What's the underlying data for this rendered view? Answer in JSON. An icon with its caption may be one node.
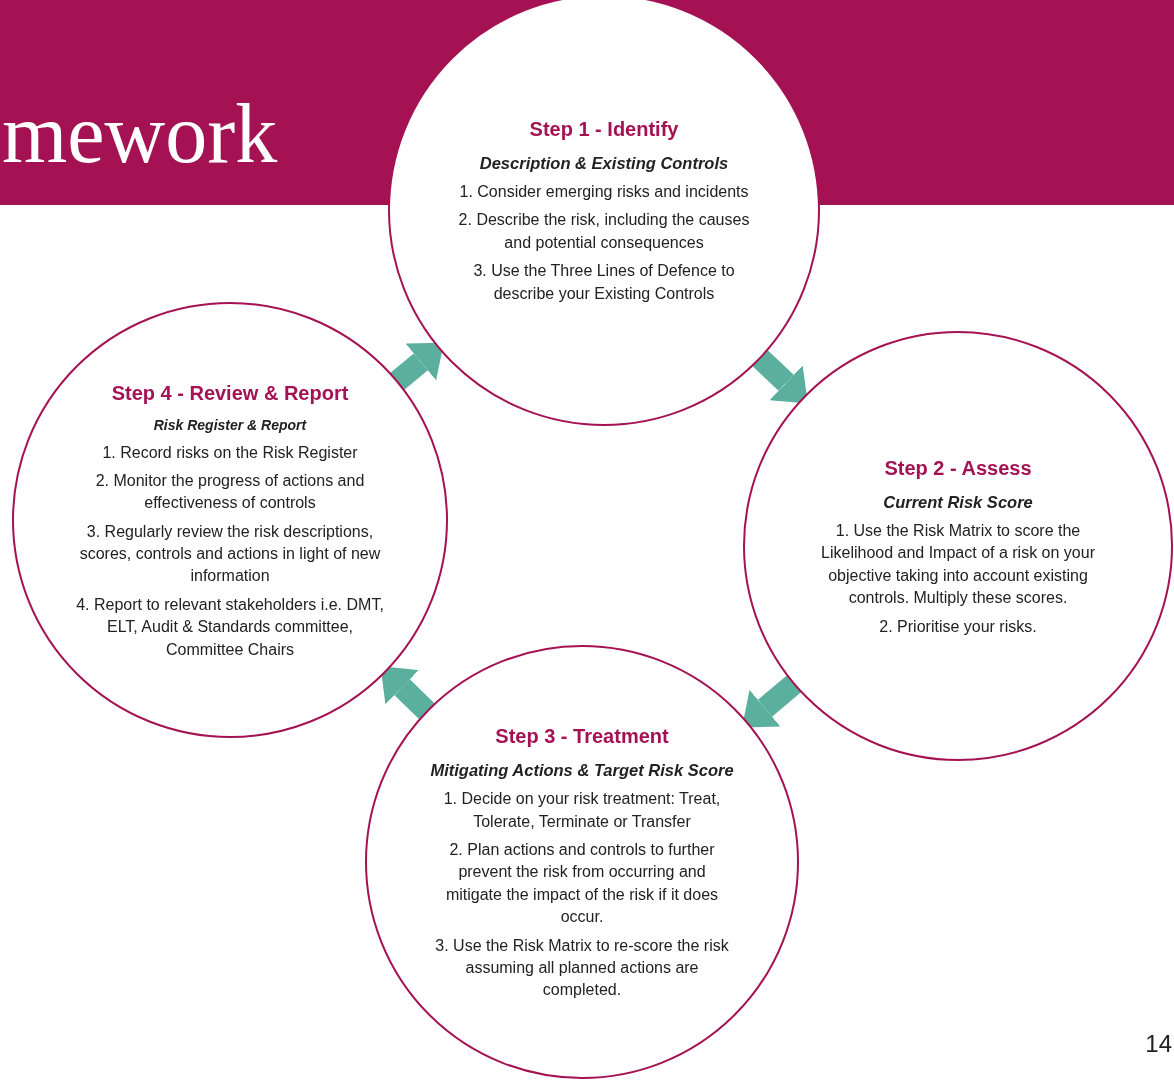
{
  "diagram": {
    "title": "mework",
    "nodes": [
      {
        "text": [
          "Step 1 - Identify",
          "Description & Existing Controls",
          "1. Consider emerging risks and incidents",
          "2. Describe the risk, including the causes and potential consequences",
          "3. Use the Three Lines of Defence to describe your Existing Controls"
        ]
      },
      {
        "text": [
          "Step 4 - Review & Report",
          "Risk Register  & Report",
          "1. Record risks on the Risk Register",
          "2. Monitor the progress of actions and effectiveness of controls",
          "3. Regularly review the risk descriptions, scores, controls and actions in light of new information",
          "4. Report to relevant stakeholders i.e. DMT, ELT, Audit & Standards committee,  Committee Chairs"
        ]
      },
      {
        "text": [
          "Step 2 - Assess",
          "Current Risk Score",
          "1. Use the Risk Matrix to score the Likelihood and Impact of a risk on your objective taking into account existing controls. Multiply these scores.",
          "2. Prioritise your risks."
        ]
      },
      {
        "text": [
          "Step 3 - Treatment",
          "Mitigating Actions & Target Risk Score",
          "1. Decide on your risk treatment: Treat, Tolerate, Terminate or Transfer",
          "2. Plan actions and controls to further prevent the risk from occurring and mitigate the impact of the risk if it does occur.",
          "3. Use the Risk Matrix to re-score the risk assuming all planned actions are completed."
        ]
      }
    ],
    "edges": [
      {
        "from": 0,
        "to": 2,
        "arrow": "to"
      },
      {
        "from": 2,
        "to": 3,
        "arrow": "to"
      },
      {
        "from": 3,
        "to": 1,
        "arrow": "to"
      },
      {
        "from": 1,
        "to": 0,
        "arrow": "to"
      }
    ],
    "labels": [
      "14"
    ]
  }
}
